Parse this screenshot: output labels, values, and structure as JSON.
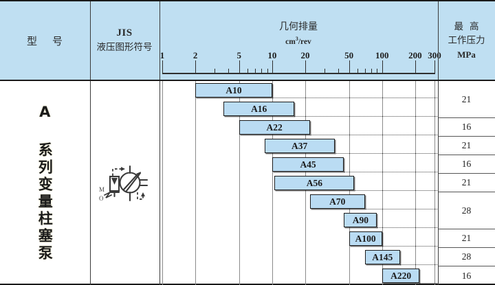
{
  "header": {
    "model_label": "型号",
    "jis_line1": "JIS",
    "jis_line2": "液压图形符号",
    "displacement_title": "几何排量",
    "displacement_unit_base": "cm",
    "displacement_unit_sup": "3",
    "displacement_unit_rest": "/rev",
    "pressure_line1": "最高",
    "pressure_line2": "工作压力",
    "pressure_line3": "MPa"
  },
  "series_name": "A 系列变量柱塞泵",
  "jis_symbol_name": "variable-displacement-piston-pump-symbol",
  "axis": {
    "labels": [
      "1",
      "2",
      "5",
      "10",
      "20",
      "50",
      "100",
      "200",
      "300"
    ],
    "values": [
      1,
      2,
      5,
      10,
      20,
      50,
      100,
      200,
      300
    ],
    "min": 1,
    "max": 300,
    "scale": "log"
  },
  "chart_data": {
    "type": "bar",
    "title": "几何排量",
    "xlabel": "cm3/rev",
    "ylabel": "",
    "xscale": "log",
    "xlim": [
      1,
      300
    ],
    "grid": true,
    "categories": [
      "A10",
      "A16",
      "A22",
      "A37",
      "A45",
      "A56",
      "A70",
      "A90",
      "A100",
      "A145",
      "A220"
    ],
    "series": [
      {
        "name": "几何排量范围 cm3/rev",
        "ranges": [
          {
            "label": "A10",
            "start": 2.0,
            "end": 10.0,
            "max_pressure": 21
          },
          {
            "label": "A16",
            "start": 3.6,
            "end": 16.0,
            "max_pressure": 21
          },
          {
            "label": "A22",
            "start": 5.0,
            "end": 22.0,
            "max_pressure": 16
          },
          {
            "label": "A37",
            "start": 8.5,
            "end": 37.0,
            "max_pressure": 21
          },
          {
            "label": "A45",
            "start": 10.0,
            "end": 45.0,
            "max_pressure": 16
          },
          {
            "label": "A56",
            "start": 10.5,
            "end": 56.0,
            "max_pressure": 21
          },
          {
            "label": "A70",
            "start": 22.0,
            "end": 70.0,
            "max_pressure": 28
          },
          {
            "label": "A90",
            "start": 45.0,
            "end": 90.0,
            "max_pressure": 28
          },
          {
            "label": "A100",
            "start": 50.0,
            "end": 100.0,
            "max_pressure": 21
          },
          {
            "label": "A145",
            "start": 70.0,
            "end": 145.0,
            "max_pressure": 28
          },
          {
            "label": "A220",
            "start": 100.0,
            "end": 220.0,
            "max_pressure": 16
          }
        ]
      }
    ]
  },
  "pressure_column": {
    "unit": "MPa",
    "cells": [
      {
        "value": "21",
        "rows": 2
      },
      {
        "value": "16",
        "rows": 1
      },
      {
        "value": "21",
        "rows": 1
      },
      {
        "value": "16",
        "rows": 1
      },
      {
        "value": "21",
        "rows": 1
      },
      {
        "value": "28",
        "rows": 2
      },
      {
        "value": "21",
        "rows": 1
      },
      {
        "value": "28",
        "rows": 1
      },
      {
        "value": "16",
        "rows": 1
      }
    ]
  },
  "colors": {
    "header_bg": "#bfdff2",
    "bar_fill": "#badcf3",
    "bar_border": "#1c1c1c",
    "rule": "#3a3a3a",
    "page_bg": "#ffffff"
  }
}
